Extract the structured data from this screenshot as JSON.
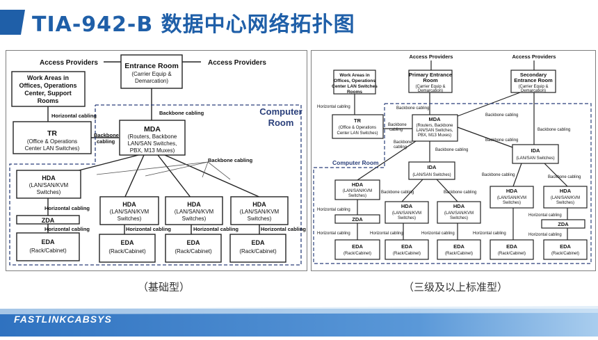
{
  "title": "TIA-942-B 数据中心网络拓扑图",
  "brand": "FASTLINKCABSYS",
  "colors": {
    "title": "#1f5fa8",
    "header_stripe": "#1f5fa8",
    "dashed": "#2a3f7a",
    "footer": "#2f72c0"
  },
  "basic": {
    "caption": "（基础型）",
    "access_left": "Access Providers",
    "access_right": "Access Providers",
    "entrance": [
      "Entrance Room",
      "(Carrier Equip &",
      "Demarcation)"
    ],
    "work_areas": [
      "Work Areas in",
      "Offices, Operations",
      "Center, Support",
      "Rooms"
    ],
    "horizontal_cabling": "Horizontal cabling",
    "backbone_cabling": "Backbone cabling",
    "backbone_side": [
      "Backbone",
      "cabling"
    ],
    "tr": [
      "TR",
      "(Office & Operations",
      "Center LAN Switches)"
    ],
    "computer_room": [
      "Computer",
      "Room"
    ],
    "mda": [
      "MDA",
      "(Routers, Backbone",
      "LAN/SAN Switches,",
      "PBX, M13 Muxes)"
    ],
    "hda": [
      "HDA",
      "(LAN/SAN/KVM",
      "Switches)"
    ],
    "zda": "ZDA",
    "eda": [
      "EDA",
      "(Rack/Cabinet)"
    ]
  },
  "tiered": {
    "caption": "（三级及以上标准型）",
    "access_providers": "Access Providers",
    "work_areas": [
      "Work Areas in",
      "Offices, Operations",
      "Center LAN Switches",
      "Rooms"
    ],
    "primary_entrance": [
      "Primary Entrance",
      "Room",
      "(Carrier Equip &",
      "Demarcation)"
    ],
    "secondary_entrance": [
      "Secondary",
      "Entrance Room",
      "(Carrier Equip &",
      "Demarcation)"
    ],
    "tr": [
      "TR",
      "(Office & Operations",
      "Center LAN Switches)"
    ],
    "mda": [
      "MDA",
      "(Routers, Backbone",
      "LAN/SAN Switches,",
      "PBX, M13 Muxes)"
    ],
    "ida": [
      "IDA",
      "(LAN/SAN Switches)"
    ],
    "hda": [
      "HDA",
      "(LAN/SAN/KVM",
      "Switches)"
    ],
    "zda": "ZDA",
    "eda": [
      "EDA",
      "(Rack/Cabinet)"
    ],
    "horizontal_cabling": "Horizontal cabling",
    "backbone_cabling": "Backbone cabling",
    "backbone_side": [
      "Backbone",
      "cabling"
    ],
    "computer_room": "Computer Room"
  }
}
